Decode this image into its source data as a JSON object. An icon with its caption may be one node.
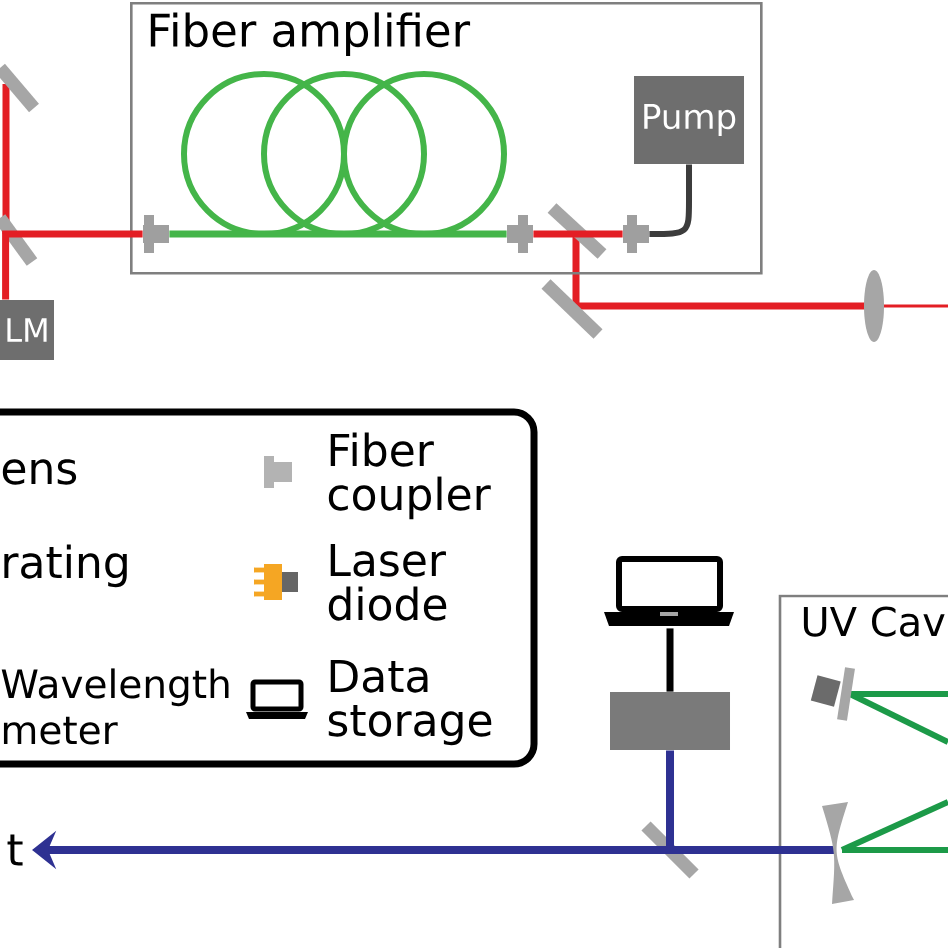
{
  "diagram": {
    "nodes": [
      {
        "text": [
          "Fiber amplifier"
        ]
      },
      {
        "text": [
          "Pump"
        ],
        "in": 0
      },
      {
        "text": [],
        "shape": "picture",
        "in": 0
      },
      {
        "text": [],
        "shape": "picture",
        "in": 0
      },
      {
        "text": [],
        "shape": "picture",
        "in": 0
      },
      {
        "text": [
          "LM"
        ]
      },
      {
        "text": [],
        "shape": "laptop"
      },
      {
        "text": [
          "UV Cav"
        ]
      },
      {
        "text": [],
        "shape": "box"
      },
      {
        "text": [
          "t"
        ]
      }
    ],
    "edges": [
      {
        "from": 5,
        "to": 2,
        "arrow": "none",
        "color": "#e31e24"
      },
      {
        "from": 2,
        "to": 3,
        "arrow": "none",
        "color": "#44b549"
      },
      {
        "from": 3,
        "to": 4,
        "arrow": "none",
        "color": "#e31e24"
      },
      {
        "from": 1,
        "to": 4,
        "arrow": "none",
        "color": "#3c3c3c"
      },
      {
        "from": 6,
        "to": 8,
        "arrow": "none",
        "color": "#000000"
      },
      {
        "from": 8,
        "to": null,
        "arrow": "none",
        "color": "#2e3192"
      },
      {
        "from": 7,
        "to": 9,
        "arrow": "to",
        "color": "#2e3192"
      }
    ],
    "legend": [
      {
        "text": "ens"
      },
      {
        "text": "rating"
      },
      {
        "text": "Wavelength meter"
      },
      {
        "text": "Fiber coupler"
      },
      {
        "text": "Laser diode"
      },
      {
        "text": "Data storage"
      }
    ]
  }
}
